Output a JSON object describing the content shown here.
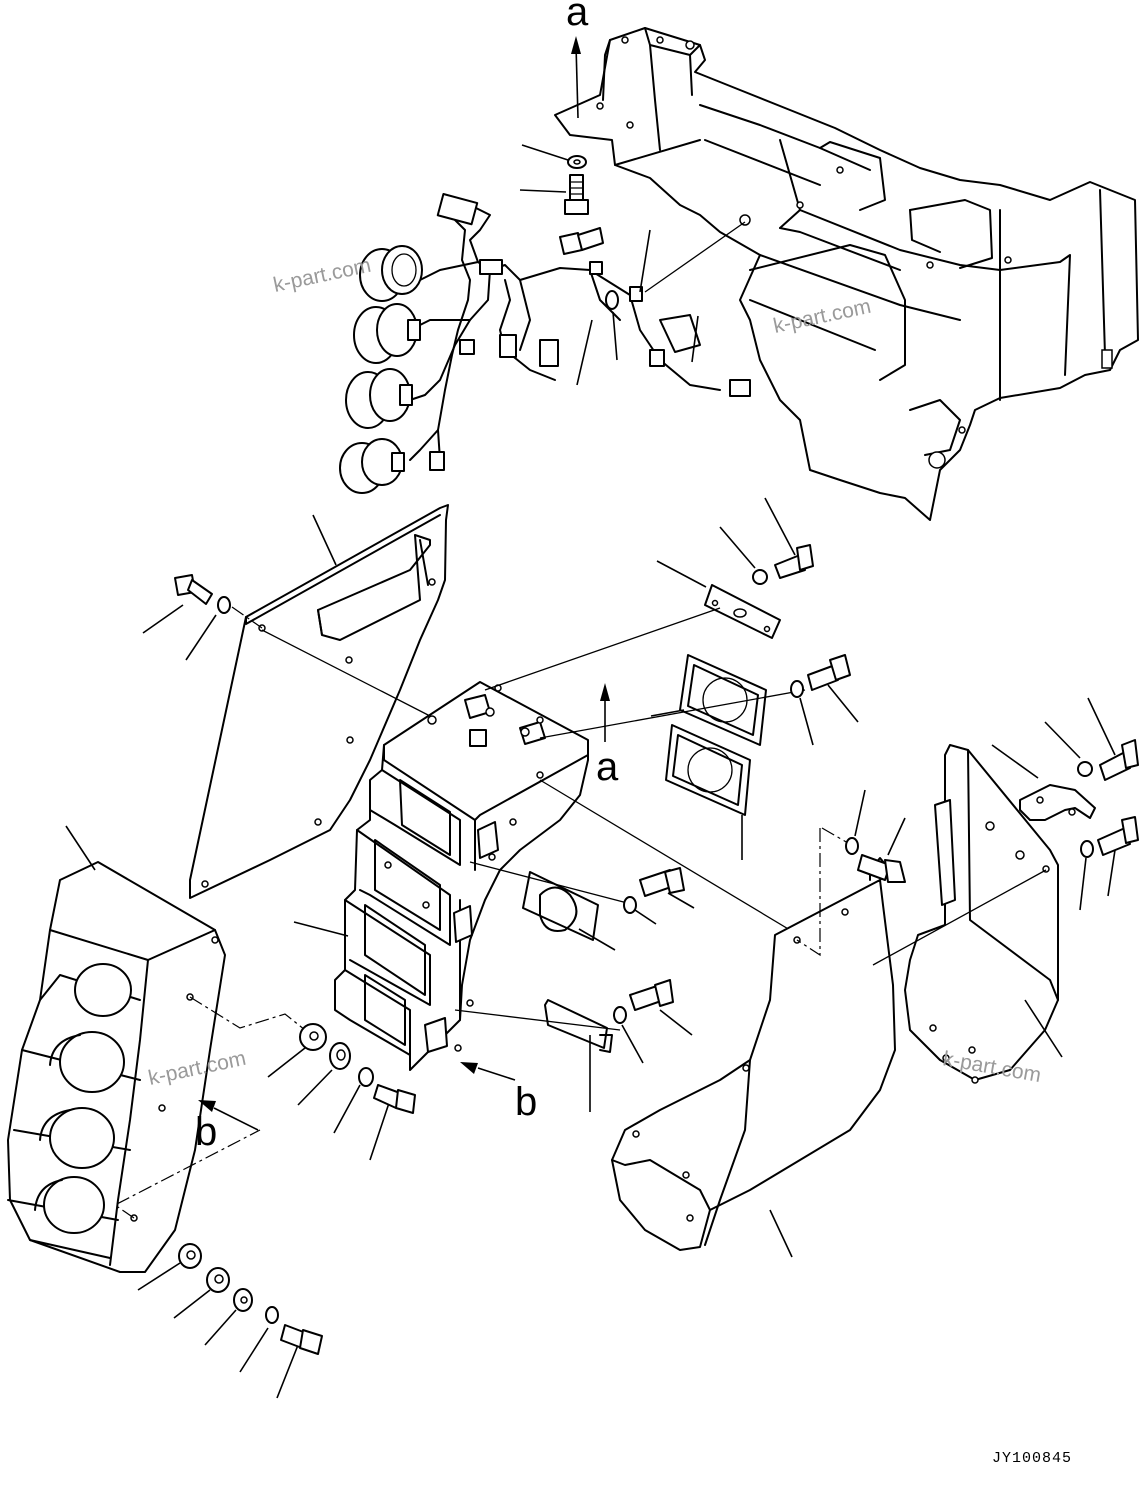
{
  "drawing": {
    "code": "JY100845",
    "callouts": {
      "a_top": "a",
      "a_mid": "a",
      "b_left": "b",
      "b_right": "b"
    },
    "watermarks": [
      "k-part.com",
      "k-part.com",
      "k-part.com",
      "k-part.com"
    ]
  }
}
